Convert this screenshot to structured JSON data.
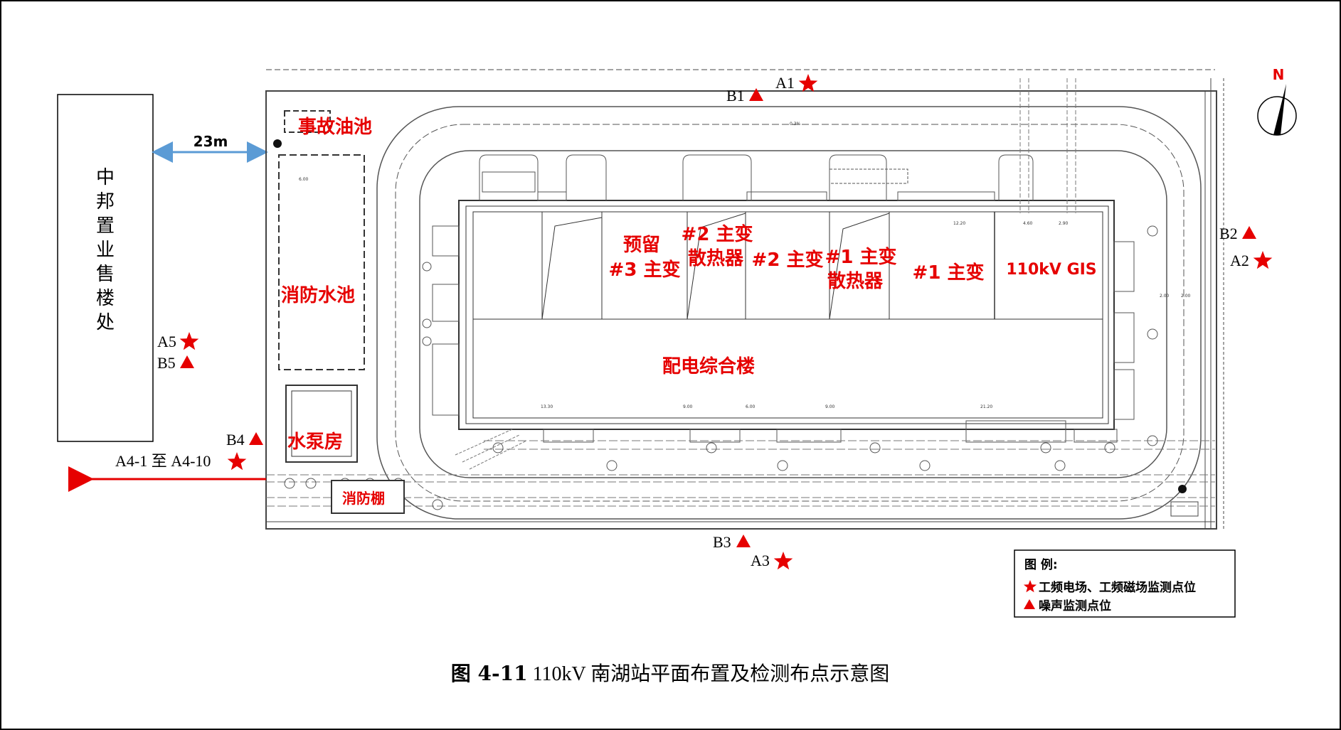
{
  "building_left": {
    "chars": [
      "中",
      "邦",
      "置",
      "业",
      "售",
      "楼",
      "处"
    ]
  },
  "distance_label": "23m",
  "north_label": "N",
  "facility_labels": {
    "oil_pool": "事故油池",
    "fire_pool": "消防水池",
    "pump_room": "水泵房",
    "fire_shed": "消防棚",
    "reserved_1": "预留",
    "reserved_2": "#3 主变",
    "rad2_1": "#2 主变",
    "rad2_2": "散热器",
    "main2": "#2 主变",
    "rad1_1": "#1 主变",
    "rad1_2": "散热器",
    "main1": "#1 主变",
    "gis": "110kV GIS",
    "building": "配电综合楼"
  },
  "points": {
    "A1": "A1",
    "B1": "B1",
    "B2": "B2",
    "A2": "A2",
    "A5": "A5",
    "B5": "B5",
    "B4": "B4",
    "A4": "A4-1 至 A4-10",
    "B3": "B3",
    "A3": "A3"
  },
  "legend": {
    "title": "图 例:",
    "star_text": "工频电场、工频磁场监测点位",
    "triangle_text": "噪声监测点位"
  },
  "caption": {
    "bold": "图 4-11",
    "rest": " 110kV 南湖站平面布置及检测布点示意图"
  },
  "colors": {
    "accent_red": "#e60000",
    "arrow_blue": "#5b9bd5"
  }
}
